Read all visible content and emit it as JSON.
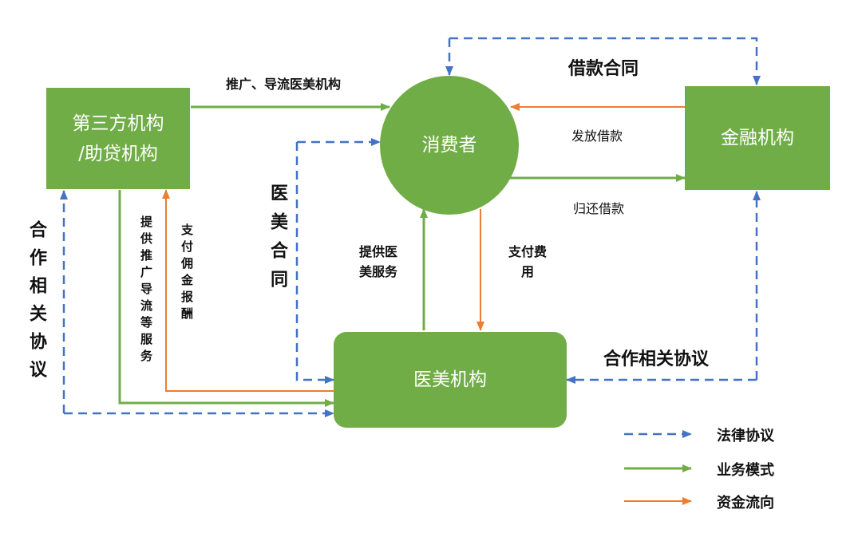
{
  "colors": {
    "legal": "#4472c4",
    "business": "#70ad47",
    "funds": "#ed7d31",
    "node_fill": "#70ad47",
    "node_text": "#ffffff"
  },
  "nodes": {
    "third_party_line1": "第三方机构",
    "third_party_line2": "/助贷机构",
    "consumer": "消费者",
    "financial": "金融机构",
    "clinic": "医美机构"
  },
  "labels": {
    "promote": "推广、导流医美机构",
    "loan_contract": "借款合同",
    "issue_loan": "发放借款",
    "repay_loan": "归还借款",
    "medical_contract": "医美合同",
    "provide_promo": "提供推广导流等服务",
    "pay_commission": "支付佣金报酬",
    "provide_service_line1": "提供医",
    "provide_service_line2": "美服务",
    "pay_fee_line1": "支付费",
    "pay_fee_line2": "用",
    "coop_left": "合作相关协议",
    "coop_right": "合作相关协议"
  },
  "legend": {
    "legal": "法律协议",
    "business": "业务模式",
    "funds": "资金流向"
  }
}
